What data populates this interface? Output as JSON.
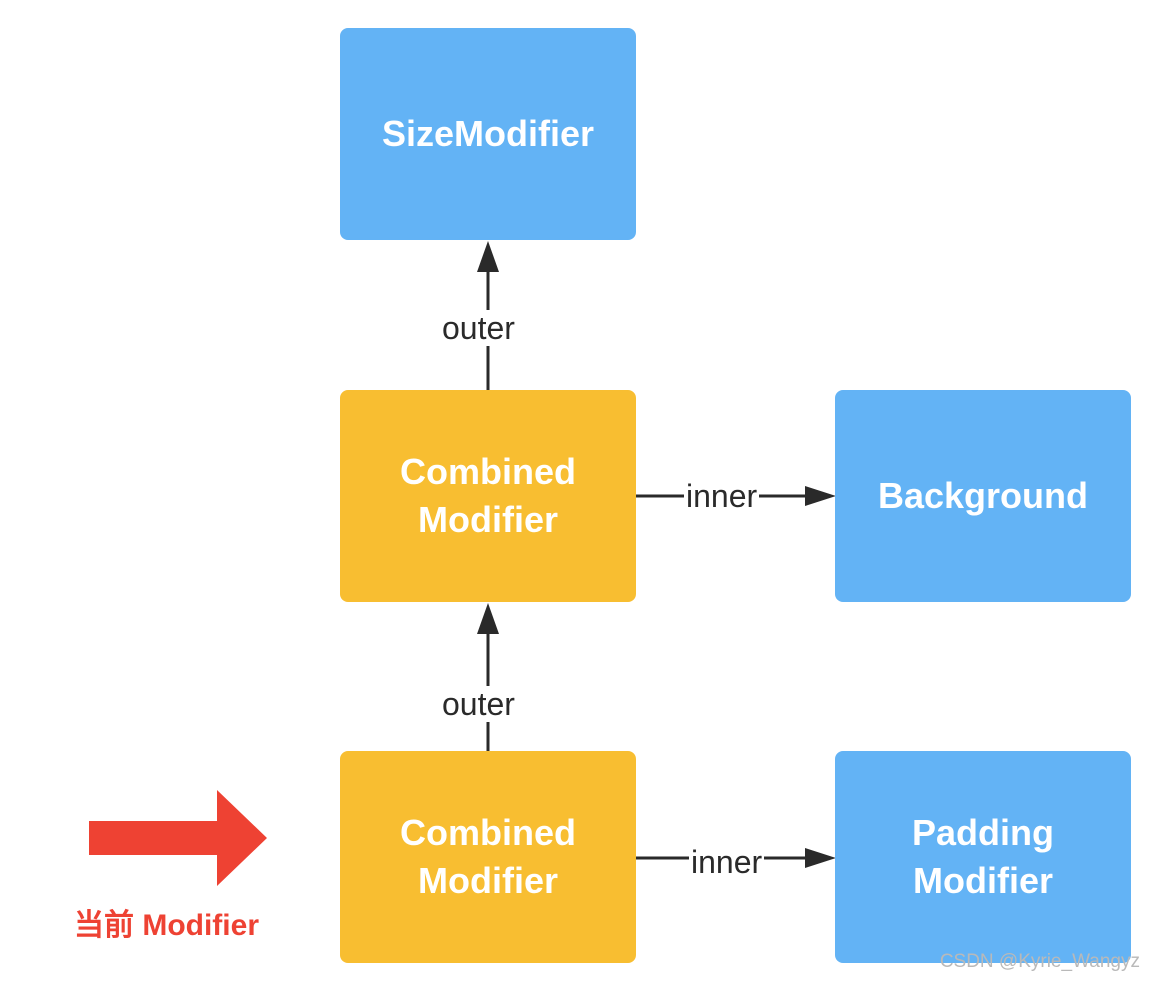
{
  "nodes": {
    "size_modifier": {
      "lines": [
        "SizeModifier"
      ],
      "color": "#63b3f5"
    },
    "combined_top": {
      "lines": [
        "Combined",
        "Modifier"
      ],
      "color": "#f8be31"
    },
    "background": {
      "lines": [
        "Background"
      ],
      "color": "#63b3f5"
    },
    "combined_bottom": {
      "lines": [
        "Combined",
        "Modifier"
      ],
      "color": "#f8be31"
    },
    "padding_modifier": {
      "lines": [
        "Padding",
        "Modifier"
      ],
      "color": "#63b3f5"
    }
  },
  "edges": {
    "outer_top": "outer",
    "outer_bottom": "outer",
    "inner_top": "inner",
    "inner_bottom": "inner"
  },
  "current_marker": {
    "label": "当前 Modifier",
    "icon": "red-right-arrow-icon",
    "color": "#ee4233"
  },
  "watermark": "CSDN @Kyrie_Wangyz"
}
